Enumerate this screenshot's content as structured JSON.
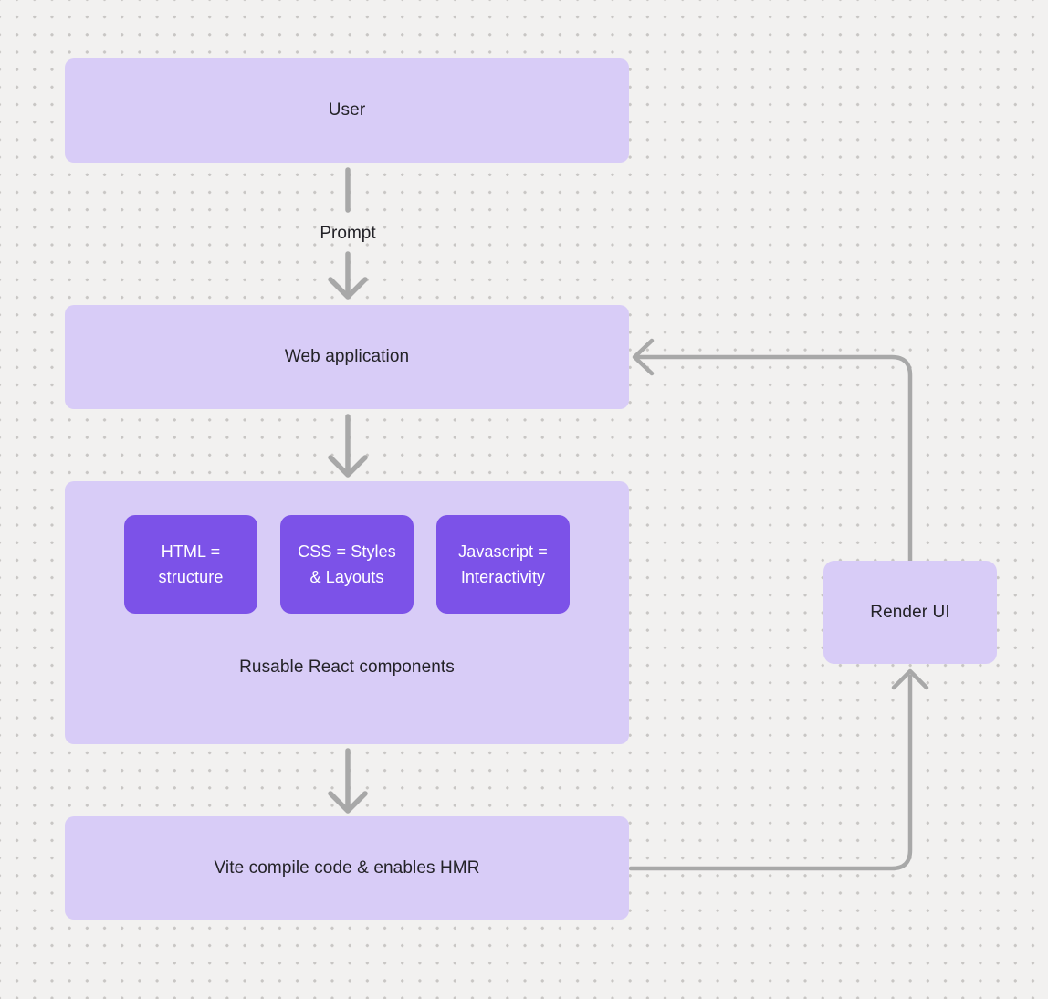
{
  "theme": {
    "bg_color": "#f2f1f0",
    "dot_color": "#c8c6c4",
    "node_fill": "#d8ccf7",
    "chip_fill": "#7c52e8",
    "node_text": "#232227",
    "chip_text": "#ffffff",
    "connector_color": "#a8a8a8"
  },
  "nodes": {
    "user": {
      "label": "User"
    },
    "web_application": {
      "label": "Web application"
    },
    "components_group": {
      "label": "Rusable React components"
    },
    "chips": [
      {
        "label": "HTML =\nstructure"
      },
      {
        "label": "CSS = Styles\n& Layouts"
      },
      {
        "label": "Javascript =\nInteractivity"
      }
    ],
    "vite": {
      "label": "Vite compile code & enables HMR"
    },
    "render_ui": {
      "label": "Render UI"
    }
  },
  "edges": {
    "prompt_label": "Prompt"
  }
}
